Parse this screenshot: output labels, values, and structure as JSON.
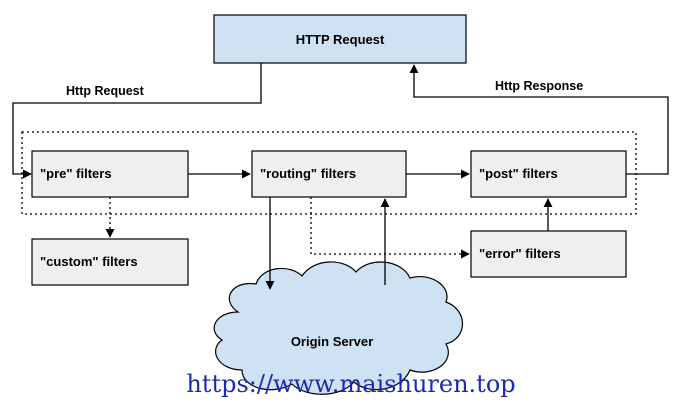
{
  "colors": {
    "box_fill": "#efefef",
    "request_fill": "#cfe2f3",
    "cloud_fill": "#cfe2f3",
    "stroke": "#000000",
    "watermark": "#1c2bb3"
  },
  "nodes": {
    "http_request": "HTTP Request",
    "pre": "\"pre\" filters",
    "routing": "\"routing\" filters",
    "post": "\"post\" filters",
    "custom": "\"custom\" filters",
    "error": "\"error\" filters",
    "origin": "Origin Server"
  },
  "edges": {
    "request_label": "Http Request",
    "response_label": "Http Response"
  },
  "watermark": "https://www.maishuren.top"
}
